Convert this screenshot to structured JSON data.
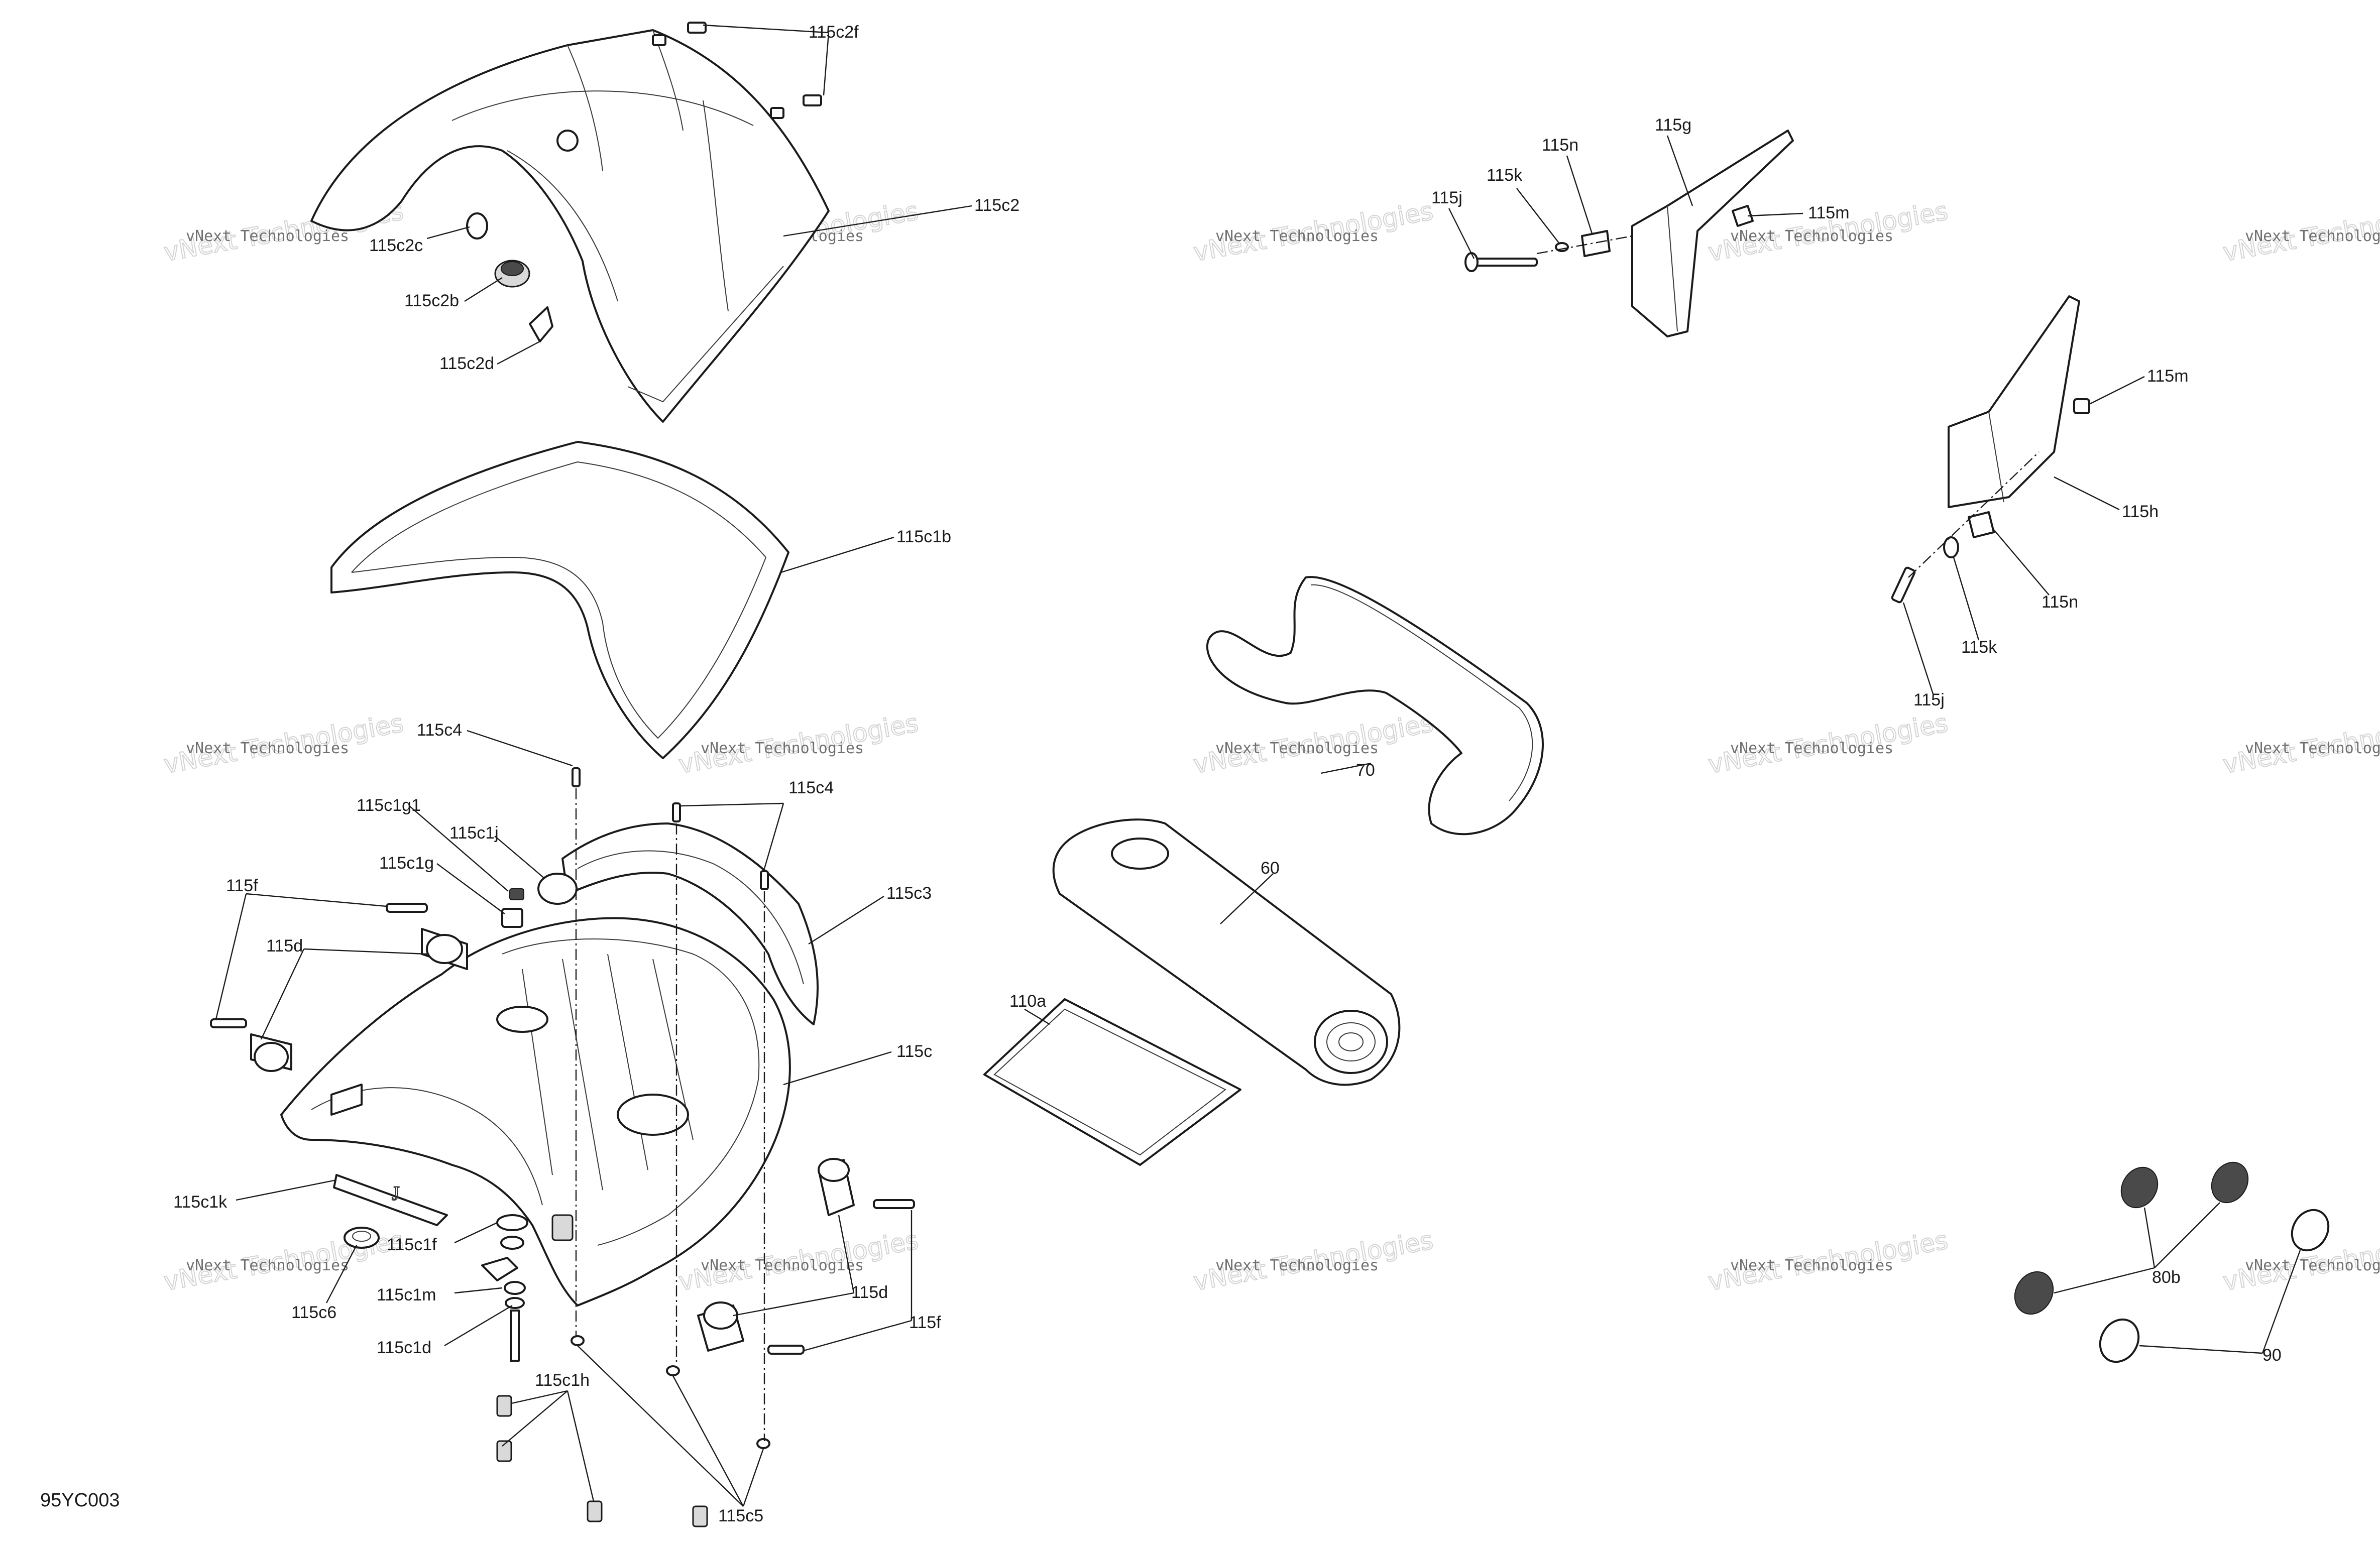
{
  "diagram_code": "95YC003",
  "watermark": {
    "line1": "vNext Technologies",
    "line2": "vNext Technologies"
  },
  "callouts": [
    "115c2f",
    "115c2",
    "115c2c",
    "115c2b",
    "115c2d",
    "115c1b",
    "115c4",
    "115c4",
    "115c1g1",
    "115c1j",
    "115c1g",
    "115f",
    "115d",
    "115c3",
    "115c",
    "115c1k",
    "115c1f",
    "115c1m",
    "115c1d",
    "115c6",
    "115c1h",
    "115c5",
    "115d",
    "115f",
    "115n",
    "115g",
    "115k",
    "115j",
    "115m",
    "115m",
    "115h",
    "115n",
    "115k",
    "115j",
    "70",
    "60",
    "110a",
    "80b",
    "90"
  ]
}
